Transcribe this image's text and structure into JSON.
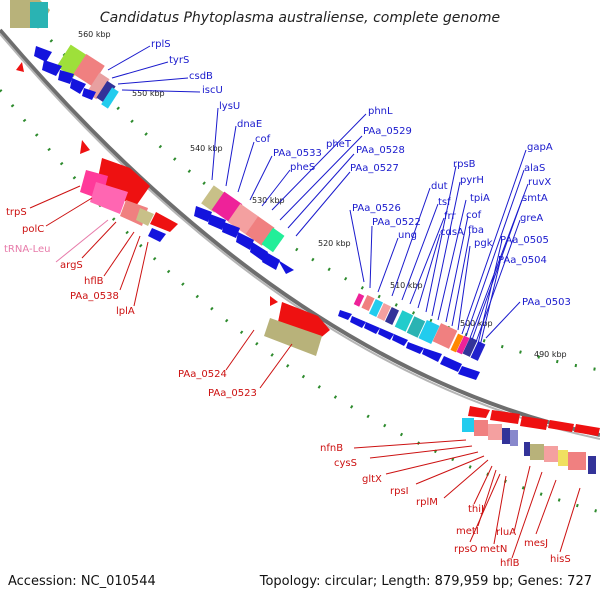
{
  "title": "Candidatus Phytoplasma australiense, complete genome",
  "footer": {
    "accession": "Accession: NC_010544",
    "summary": "Topology: circular; Length: 879,959 bp; Genes: 727"
  },
  "ticks": [
    "560 kbp",
    "550 kbp",
    "540 kbp",
    "530 kbp",
    "520 kbp",
    "510 kbp",
    "500 kbp",
    "490 kbp"
  ],
  "colors": {
    "backbone": "#8a8a8a",
    "label_blue": "#1a1acd",
    "label_red": "#cc1111",
    "label_pink": "#e77aa9",
    "tick_green": "#2e8b2e"
  },
  "labels_blue": [
    "rplS",
    "tyrS",
    "csdB",
    "iscU",
    "lysU",
    "dnaE",
    "cof",
    "PAa_0533",
    "pheS",
    "pheT",
    "phnL",
    "PAa_0529",
    "PAa_0528",
    "PAa_0527",
    "PAa_0526",
    "PAa_0522",
    "ung",
    "dut",
    "tsf",
    "frr",
    "cdsA",
    "rpsB",
    "pyrH",
    "tpiA",
    "cof",
    "fba",
    "pgk",
    "gapA",
    "alaS",
    "ruvX",
    "smtA",
    "greA",
    "PAa_0505",
    "PAa_0504",
    "PAa_0503"
  ],
  "labels_red": [
    "trpS",
    "polC",
    "argS",
    "hflB",
    "PAa_0538",
    "lplA",
    "PAa_0524",
    "PAa_0523",
    "nfnB",
    "cysS",
    "gltX",
    "rpsI",
    "rplM",
    "thiJ",
    "metI",
    "rpsO",
    "metN",
    "rluA",
    "hflB",
    "mesJ",
    "hisS"
  ],
  "labels_pink": [
    "tRNA-Leu"
  ]
}
